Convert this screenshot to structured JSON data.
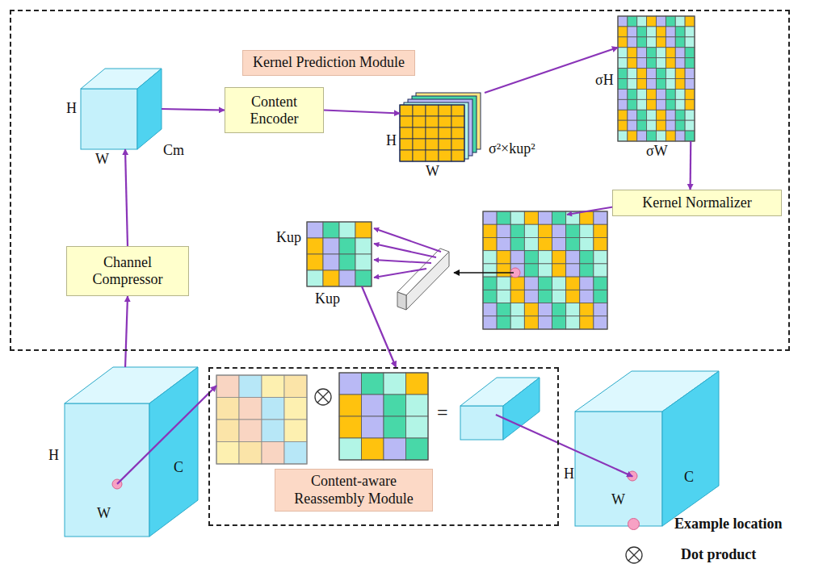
{
  "diagram": {
    "nodes": [
      {
        "text": [
          "Kernel Prediction Module"
        ]
      },
      {
        "text": [
          "H",
          "W",
          "Cm"
        ],
        "in": 0
      },
      {
        "text": [
          "Content Encoder"
        ],
        "in": 0
      },
      {
        "text": [
          "H",
          "W",
          "σ²×kup²"
        ],
        "in": 0
      },
      {
        "text": [
          "σH",
          "σW"
        ],
        "in": 0
      },
      {
        "text": [
          "Kernel Normalizer"
        ],
        "in": 0
      },
      {
        "text": [
          "Kup",
          "Kup"
        ],
        "in": 0
      },
      {
        "text": [
          "Channel Compressor"
        ],
        "in": 0
      },
      {
        "text": [
          "H",
          "W",
          "C"
        ]
      },
      {
        "text": [
          "Content-aware Reassembly Module"
        ]
      },
      {
        "text": [
          "H",
          "W",
          "C"
        ]
      }
    ],
    "edges": [
      {
        "from": 8,
        "to": 7,
        "arrow": "to"
      },
      {
        "from": 7,
        "to": 1,
        "arrow": "to"
      },
      {
        "from": 1,
        "to": 2,
        "arrow": "to"
      },
      {
        "from": 2,
        "to": 3,
        "arrow": "to"
      },
      {
        "from": 3,
        "to": 4,
        "arrow": "to"
      },
      {
        "from": 4,
        "to": 5,
        "arrow": "to"
      },
      {
        "from": 6,
        "to": 9,
        "arrow": "to"
      },
      {
        "from": 8,
        "to": 9,
        "arrow": "to"
      },
      {
        "from": 9,
        "to": 10,
        "arrow": "to"
      }
    ],
    "labels": [
      "="
    ],
    "legend": [
      {
        "text": "Example location",
        "color": "#f7a1c4"
      },
      {
        "text": "Dot product"
      }
    ]
  }
}
